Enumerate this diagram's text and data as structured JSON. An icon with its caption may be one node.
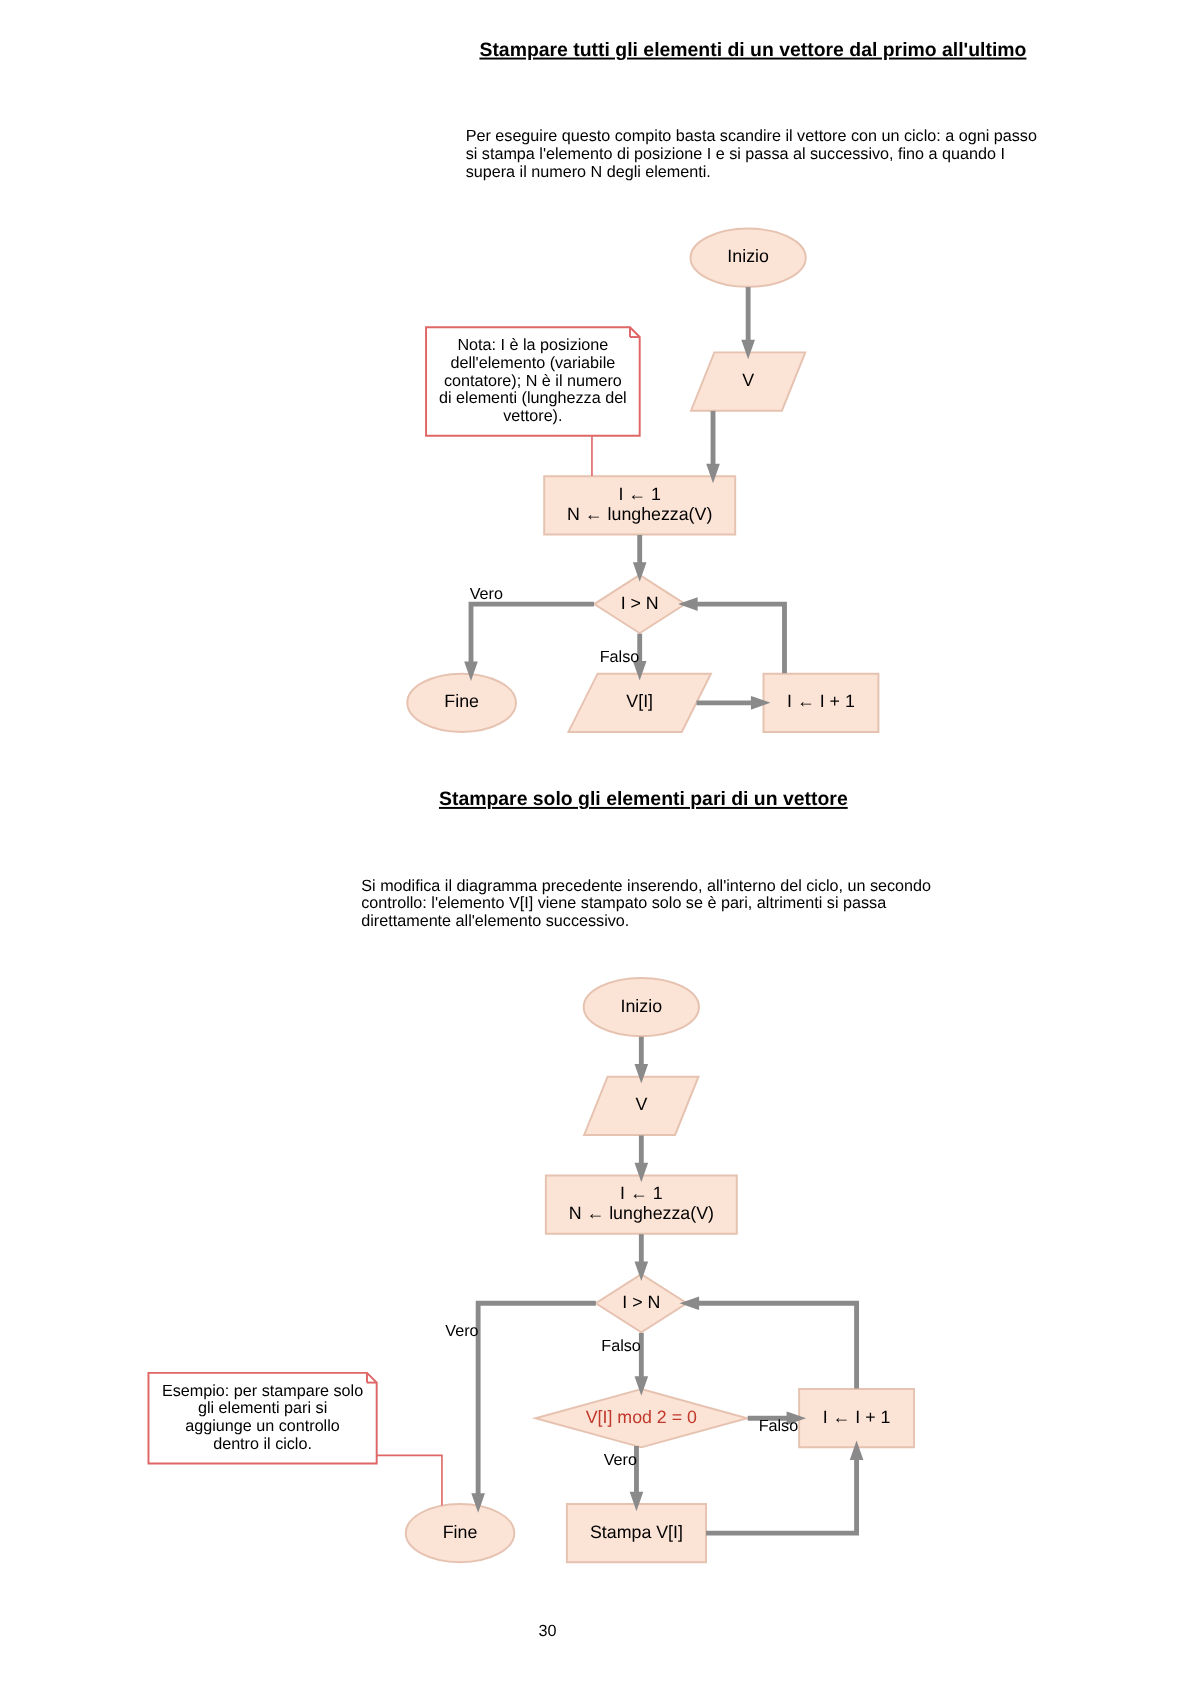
{
  "diagram": {
    "nodes": [
      {
        "text": [
          "Inizio"
        ]
      },
      {
        "text": [
          "V"
        ]
      },
      {
        "text": [
          "I ← 1",
          "N ← lunghezza(V)"
        ]
      },
      {
        "text": [
          "I > N"
        ]
      },
      {
        "text": [
          "Fine"
        ]
      },
      {
        "text": [
          "V[I]"
        ]
      },
      {
        "text": [
          "I ← I + 1"
        ]
      },
      {
        "text": [
          "Nota: I è la posizione dell'elemento (variabile contatore); N è il numero di elementi (lunghezza del vettore)."
        ]
      },
      {
        "text": [
          "Inizio"
        ]
      },
      {
        "text": [
          "V"
        ]
      },
      {
        "text": [
          "I ← 1",
          "N ← lunghezza(V)"
        ]
      },
      {
        "text": [
          "I > N"
        ]
      },
      {
        "text": [
          "Fine"
        ]
      },
      {
        "text": [
          "V[I] mod 2 = 0"
        ]
      },
      {
        "text": [
          "Stampa V[I]"
        ]
      },
      {
        "text": [
          "I ← I + 1"
        ]
      },
      {
        "text": [
          "Esempio: per stampare solo gli elementi pari si aggiunge un controllo dentro il ciclo."
        ]
      }
    ],
    "edges": [
      {
        "from": 0,
        "to": 1,
        "arrow": "to"
      },
      {
        "from": 1,
        "to": 2,
        "arrow": "to"
      },
      {
        "from": 2,
        "to": 3,
        "arrow": "to"
      },
      {
        "from": 3,
        "to": 4,
        "arrow": "to",
        "label": "Vero"
      },
      {
        "from": 3,
        "to": 5,
        "arrow": "to",
        "label": "Falso"
      },
      {
        "from": 5,
        "to": 6,
        "arrow": "to"
      },
      {
        "from": 6,
        "to": 3,
        "arrow": "to"
      },
      {
        "from": 7,
        "to": 2,
        "arrow": "none",
        "color": "#e06666"
      },
      {
        "from": 8,
        "to": 9,
        "arrow": "to"
      },
      {
        "from": 9,
        "to": 10,
        "arrow": "to"
      },
      {
        "from": 10,
        "to": 11,
        "arrow": "to"
      },
      {
        "from": 11,
        "to": 12,
        "arrow": "to",
        "label": "Vero"
      },
      {
        "from": 11,
        "to": 13,
        "arrow": "to",
        "label": "Falso"
      },
      {
        "from": 13,
        "to": 14,
        "arrow": "to",
        "label": "Vero"
      },
      {
        "from": 13,
        "to": 15,
        "arrow": "to",
        "label": "Falso"
      },
      {
        "from": 14,
        "to": 15,
        "arrow": "to"
      },
      {
        "from": 15,
        "to": 11,
        "arrow": "to"
      },
      {
        "from": 16,
        "to": 12,
        "arrow": "none",
        "color": "#e06666"
      }
    ],
    "labels": [
      "Stampare tutti gli elementi di un vettore dal primo all'ultimo",
      "Per eseguire questo compito basta scandire il vettore con un ciclo: a ogni passo si stampa l'elemento di posizione I e si passa al successivo, fino a quando I supera il numero N degli elementi.",
      "Stampare solo gli elementi pari di un vettore",
      "Si modifica il diagramma precedente inserendo, all'interno del ciclo, un secondo controllo: l'elemento V[I] viene stampato solo se è pari, altrimenti si passa direttamente all'elemento successivo.",
      "30"
    ]
  }
}
